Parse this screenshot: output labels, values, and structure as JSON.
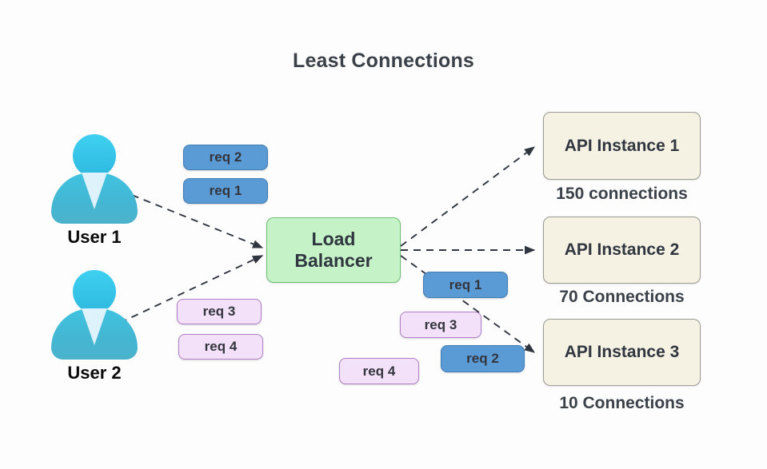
{
  "diagram": {
    "title": "Least Connections",
    "accent_colors": {
      "request_blue": "#5b9bd5",
      "request_purple": "#f3e1f9",
      "load_balancer_green": "#c5f2c7",
      "api_instance_cream": "#f5f2e3",
      "user_cyan": "#35c4e8",
      "edge_gray": "#2f3640"
    }
  },
  "users": [
    {
      "label": "User 1",
      "icon": "user-avatar-icon"
    },
    {
      "label": "User 2",
      "icon": "user-avatar-icon"
    }
  ],
  "load_balancer": {
    "line1": "Load",
    "line2": "Balancer"
  },
  "queued_requests": {
    "user1": [
      {
        "label": "req 2",
        "color": "blue"
      },
      {
        "label": "req 1",
        "color": "blue"
      }
    ],
    "user2": [
      {
        "label": "req 3",
        "color": "purple"
      },
      {
        "label": "req 4",
        "color": "purple"
      }
    ]
  },
  "dispatched_requests": [
    {
      "label": "req 1",
      "color": "blue"
    },
    {
      "label": "req 3",
      "color": "purple"
    },
    {
      "label": "req 2",
      "color": "blue"
    },
    {
      "label": "req 4",
      "color": "purple"
    }
  ],
  "api_instances": [
    {
      "name": "API Instance 1",
      "connections": "150 connections"
    },
    {
      "name": "API Instance 2",
      "connections": "70 Connections"
    },
    {
      "name": "API Instance 3",
      "connections": "10 Connections"
    }
  ]
}
